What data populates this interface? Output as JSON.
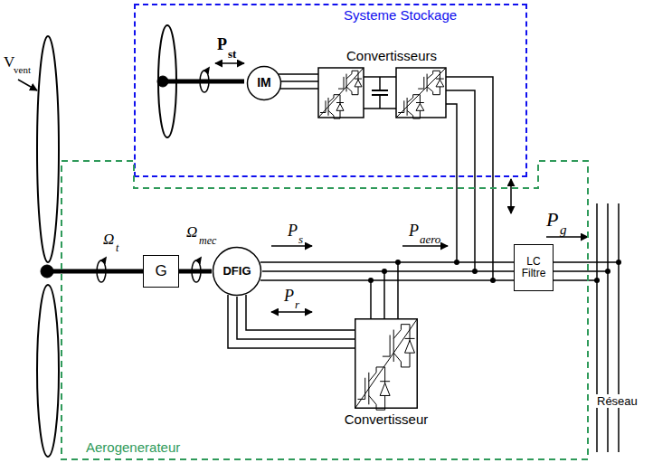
{
  "diagram": {
    "nodes": [
      {
        "text": [
          "Systeme Stockage"
        ]
      },
      {
        "text": [
          "IM"
        ],
        "in": 0
      },
      {
        "text": [
          "Aerogenerateur"
        ]
      },
      {
        "text": [
          "G"
        ],
        "in": 2
      },
      {
        "text": [
          "DFIG"
        ],
        "in": 2
      },
      {
        "text": [
          "Convertisseur"
        ],
        "in": 2
      },
      {
        "text": [
          "LC Filtre"
        ],
        "in": 2
      }
    ],
    "edges": [
      {
        "from": 3,
        "to": 4,
        "arrow": "none"
      },
      {
        "from": 4,
        "to": 6,
        "arrow": "none"
      },
      {
        "from": 4,
        "to": 5,
        "arrow": "none"
      }
    ],
    "labels": [
      "Convertisseurs",
      "V",
      "vent",
      "P",
      "st",
      "Ω",
      "t",
      "Ω",
      "mec",
      "P",
      "s",
      "P",
      "aero",
      "P",
      "r",
      "P",
      "g",
      "Réseau"
    ]
  }
}
